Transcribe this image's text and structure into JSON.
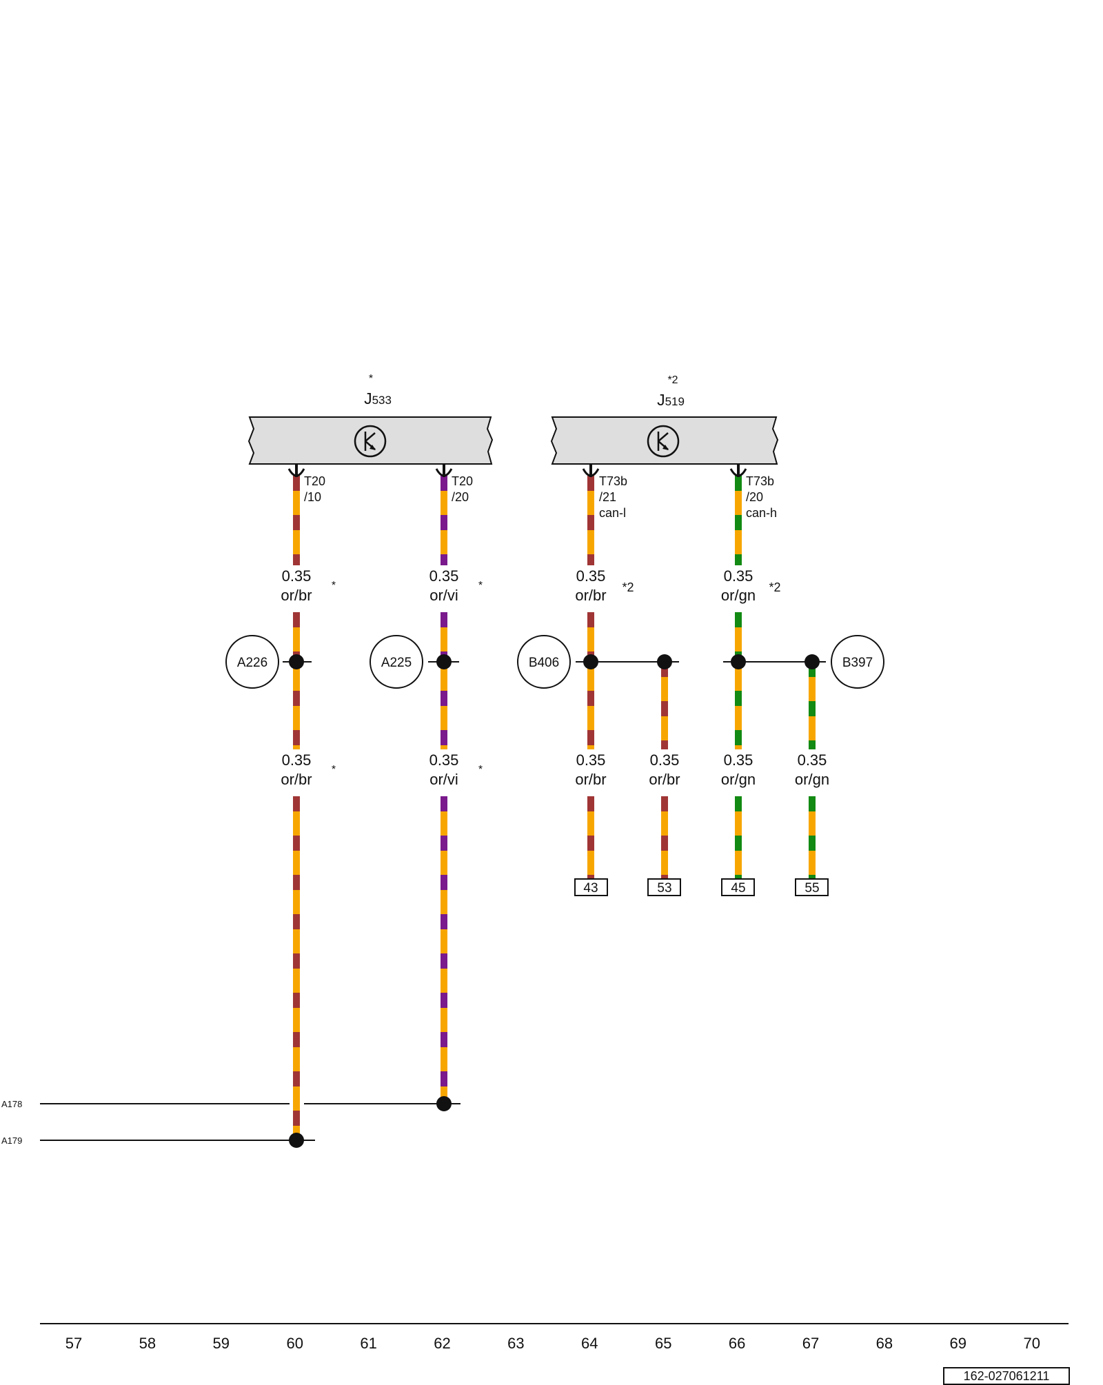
{
  "colors": {
    "orange": "#f7a600",
    "brown": "#a03535",
    "violet": "#7a1a8c",
    "green": "#138a13",
    "module_fill": "#dedede",
    "line": "#111111"
  },
  "modules": [
    {
      "id": "J533",
      "letter": "J",
      "number": "533",
      "note": "*",
      "icon": "transistor-icon"
    },
    {
      "id": "J519",
      "letter": "J",
      "number": "519",
      "note": "*2",
      "icon": "transistor-icon"
    }
  ],
  "pins": [
    {
      "lines": [
        "T20",
        "/10"
      ]
    },
    {
      "lines": [
        "T20",
        "/20"
      ]
    },
    {
      "lines": [
        "T73b",
        "/21",
        "can-l"
      ]
    },
    {
      "lines": [
        "T73b",
        "/20",
        "can-h"
      ]
    }
  ],
  "wire_labels_top": [
    {
      "gauge": "0.35",
      "color": "or/br",
      "note": "*"
    },
    {
      "gauge": "0.35",
      "color": "or/vi",
      "note": "*"
    },
    {
      "gauge": "0.35",
      "color": "or/br",
      "note": "*2"
    },
    {
      "gauge": "0.35",
      "color": "or/gn",
      "note": "*2"
    }
  ],
  "wire_labels_bottom": [
    {
      "gauge": "0.35",
      "color": "or/br",
      "note": "*"
    },
    {
      "gauge": "0.35",
      "color": "or/vi",
      "note": "*"
    },
    {
      "gauge": "0.35",
      "color": "or/br",
      "note": ""
    },
    {
      "gauge": "0.35",
      "color": "or/br",
      "note": ""
    },
    {
      "gauge": "0.35",
      "color": "or/gn",
      "note": ""
    },
    {
      "gauge": "0.35",
      "color": "or/gn",
      "note": ""
    }
  ],
  "connections": [
    "A226",
    "A225",
    "B406",
    "B397"
  ],
  "terminals": [
    "43",
    "53",
    "45",
    "55"
  ],
  "bus_lines": [
    "A178",
    "A179"
  ],
  "ruler": [
    "57",
    "58",
    "59",
    "60",
    "61",
    "62",
    "63",
    "64",
    "65",
    "66",
    "67",
    "68",
    "69",
    "70"
  ],
  "doc_number": "162-027061211"
}
